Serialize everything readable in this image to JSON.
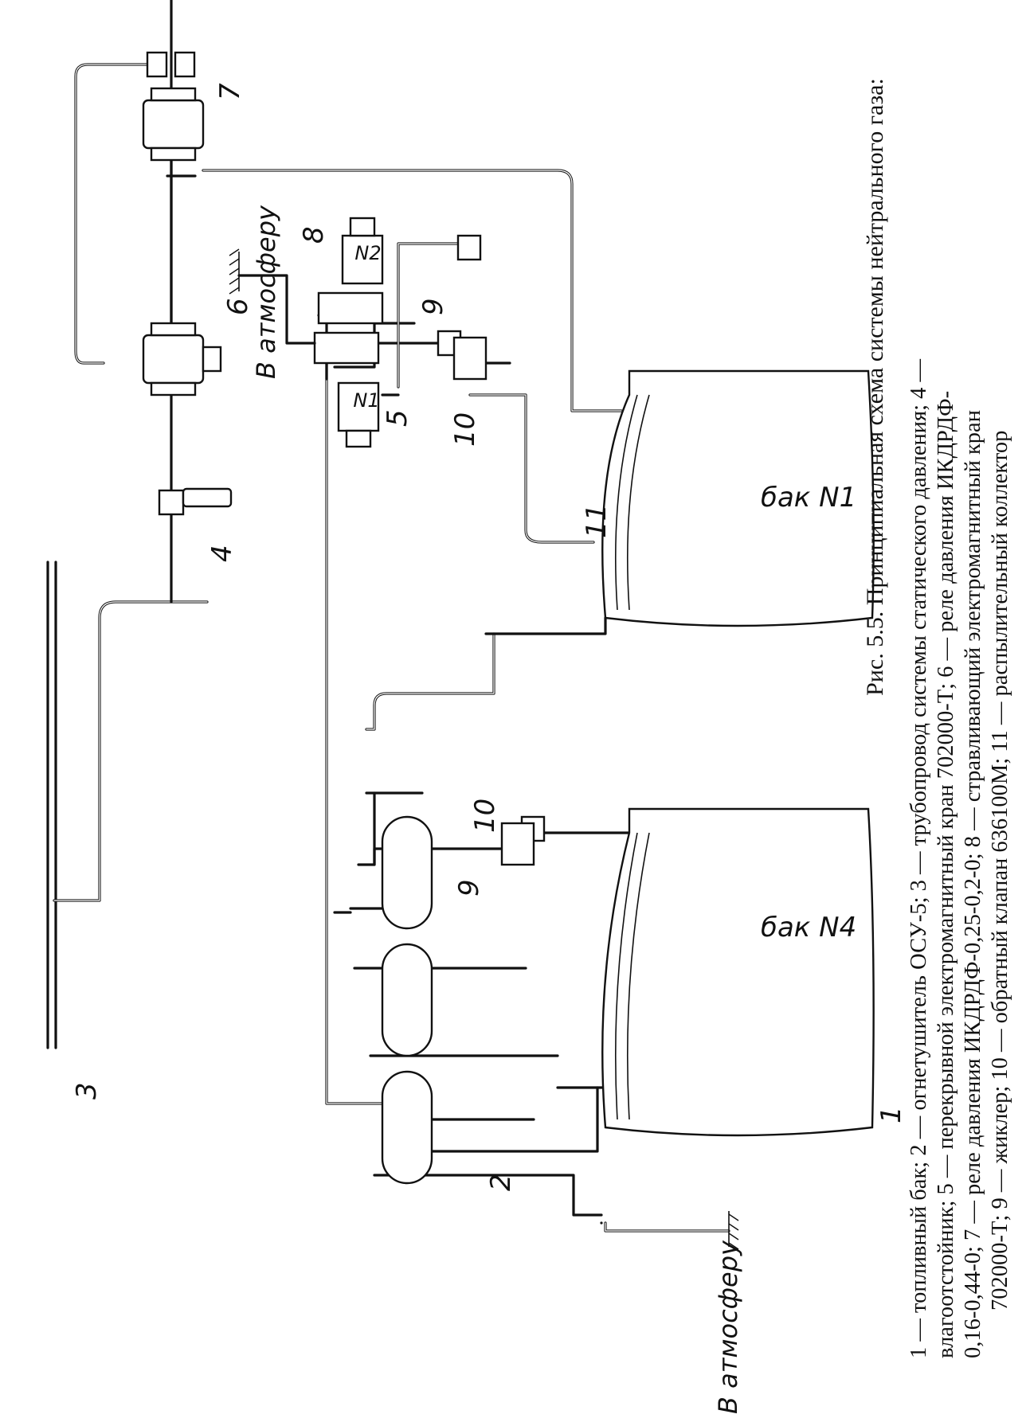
{
  "figure": {
    "title": "Рис. 5.5. Принципиальная схема системы нейтрального газа:",
    "legend_lines": [
      "1 — топливный бак; 2 — огнетушитель ОСУ-5; 3 — трубопровод системы статического давления; 4 —",
      "влагоотстойник; 5 — перекрывной электромагнитный кран 702000-Т; 6 — реле давления ИКДРДФ-",
      "0,16-0,44-0; 7 — реле давления ИКДРДФ-0,25-0,2-0; 8 — стравливающий электромагнитный кран",
      "702000-Т; 9 — жиклер; 10 — обратный клапан 636100М; 11 — распылительный коллектор"
    ]
  },
  "labels": {
    "tank1": "бак N1",
    "tank4": "бак N4",
    "atm_top": "В атмосферу",
    "atm_bottom": "В атмосферу",
    "valve5_tag": "N1",
    "valve8_tag": "N2",
    "n1": "1",
    "n2": "2",
    "n3": "3",
    "n4": "4",
    "n5": "5",
    "n6": "6",
    "n7": "7",
    "n8": "8",
    "n9a": "9",
    "n9b": "9",
    "n10a": "10",
    "n10b": "10",
    "n11": "11"
  }
}
